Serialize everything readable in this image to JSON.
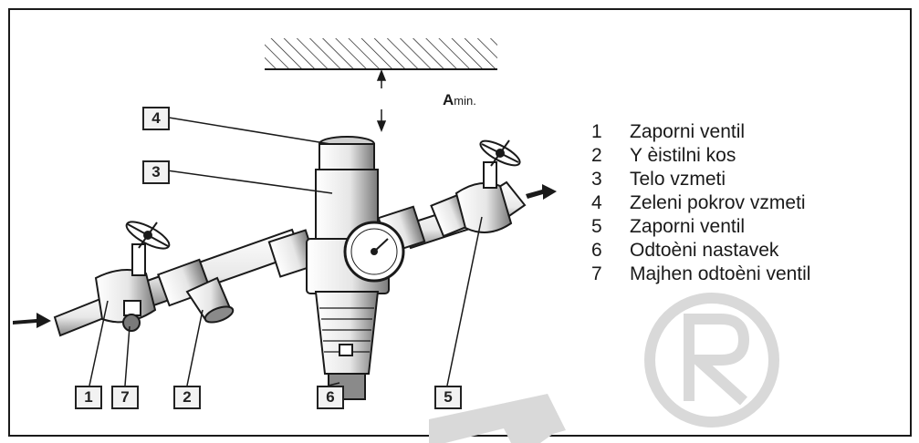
{
  "clearance": {
    "letter": "A",
    "subscript": "min."
  },
  "callouts": [
    "4",
    "3",
    "1",
    "7",
    "2",
    "6",
    "5"
  ],
  "legend": [
    {
      "num": "1",
      "label": "Zaporni ventil"
    },
    {
      "num": "2",
      "label": "Y èistilni kos"
    },
    {
      "num": "3",
      "label": "Telo vzmeti"
    },
    {
      "num": "4",
      "label": "Zeleni pokrov vzmeti"
    },
    {
      "num": "5",
      "label": "Zaporni ventil"
    },
    {
      "num": "6",
      "label": "Odtoèni nastavek"
    },
    {
      "num": "7",
      "label": "Majhen odtoèni ventil"
    }
  ],
  "colors": {
    "line": "#1a1a1a",
    "fill": "#ffffff",
    "shade": "#9a9a9a",
    "watermark": "#d9d9d9"
  }
}
